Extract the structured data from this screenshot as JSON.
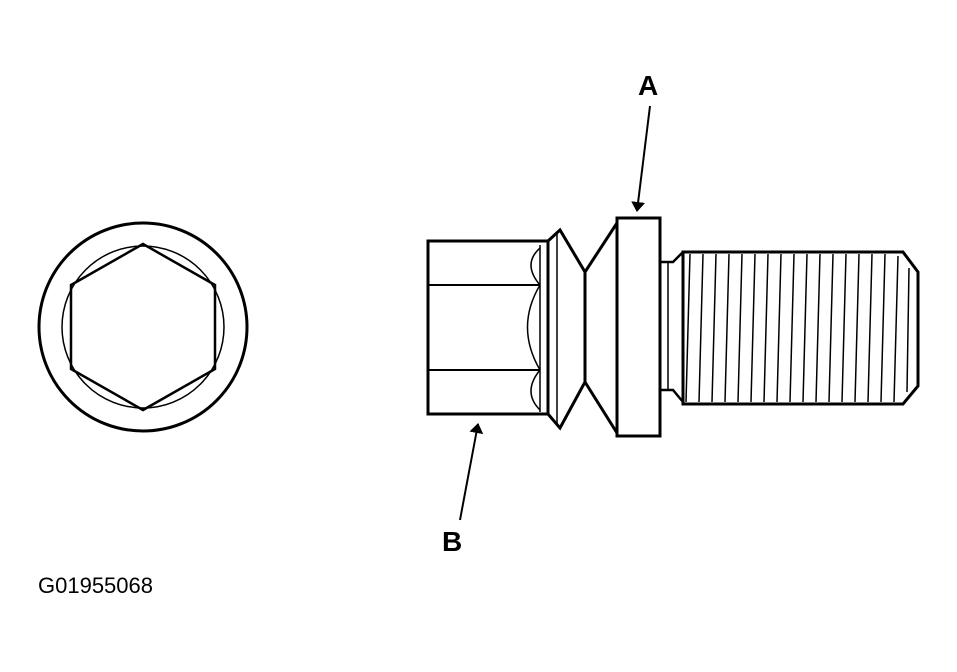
{
  "callouts": {
    "a": "A",
    "b": "B"
  },
  "figure_id": "G01955068",
  "colors": {
    "line": "#000000",
    "background": "#ffffff"
  }
}
